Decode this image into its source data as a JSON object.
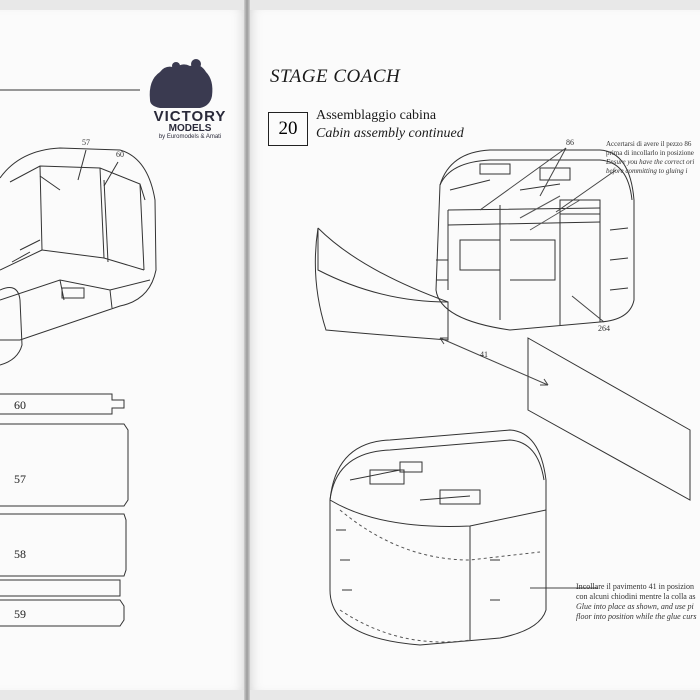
{
  "header": {
    "title": "STAGE COACH"
  },
  "step": {
    "number": "20",
    "title_it": "Assemblaggio cabina",
    "title_en": "Cabin assembly continued"
  },
  "note_top": {
    "it_1": "Accertarsi di avere il pezzo 86",
    "it_2": "prima di incollarlo in posizione",
    "en_1": "Ensure you have the correct ori",
    "en_2": "before committing to gluing i"
  },
  "note_bottom": {
    "it_1": "Incollare il pavimento 41 in posizion",
    "it_2": "con alcuni chiodini mentre la colla as",
    "en_1": "Glue into place as shown, and use pi",
    "en_2": "floor into position while the glue curs"
  },
  "brand": {
    "name": "VICTORY",
    "sub": "MODELS",
    "by": "by Euromodels & Amati"
  },
  "callouts": {
    "c57": "57",
    "c60": "60",
    "c86": "86",
    "c264": "264",
    "c41": "41"
  },
  "parts": {
    "p60": "60",
    "p57": "57",
    "p58": "58",
    "p59": "59"
  }
}
